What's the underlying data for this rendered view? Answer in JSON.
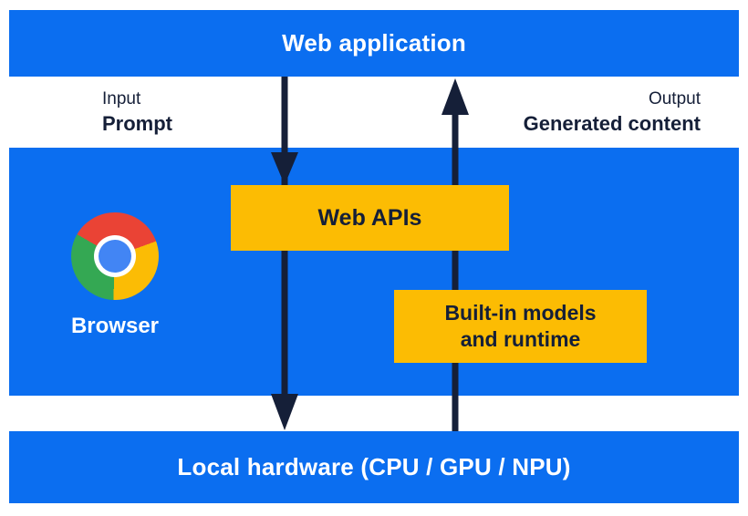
{
  "diagram": {
    "web_application_bar": {
      "label": "Web application"
    },
    "io_labels": {
      "input_title": "Input",
      "input_value": "Prompt",
      "output_title": "Output",
      "output_value": "Generated content"
    },
    "browser_band": {
      "browser_label": "Browser",
      "web_apis_box_label": "Web APIs",
      "builtin_models_box_lines": [
        "Built-in models",
        "and runtime"
      ]
    },
    "local_hardware_bar": {
      "label": "Local hardware (CPU / GPU / NPU)"
    },
    "icons": {
      "chrome_logo": "chrome-browser-logo",
      "down_arrow": "arrow-down",
      "up_arrow": "arrow-up"
    },
    "colors": {
      "band_blue": "#0b6ef0",
      "box_yellow": "#fcbc03",
      "arrow_navy": "#151f38",
      "chrome_red": "#ea4335",
      "chrome_yellow": "#fbbc05",
      "chrome_green": "#34a853",
      "chrome_blue": "#4285f4",
      "label_white": "#ffffff"
    }
  }
}
